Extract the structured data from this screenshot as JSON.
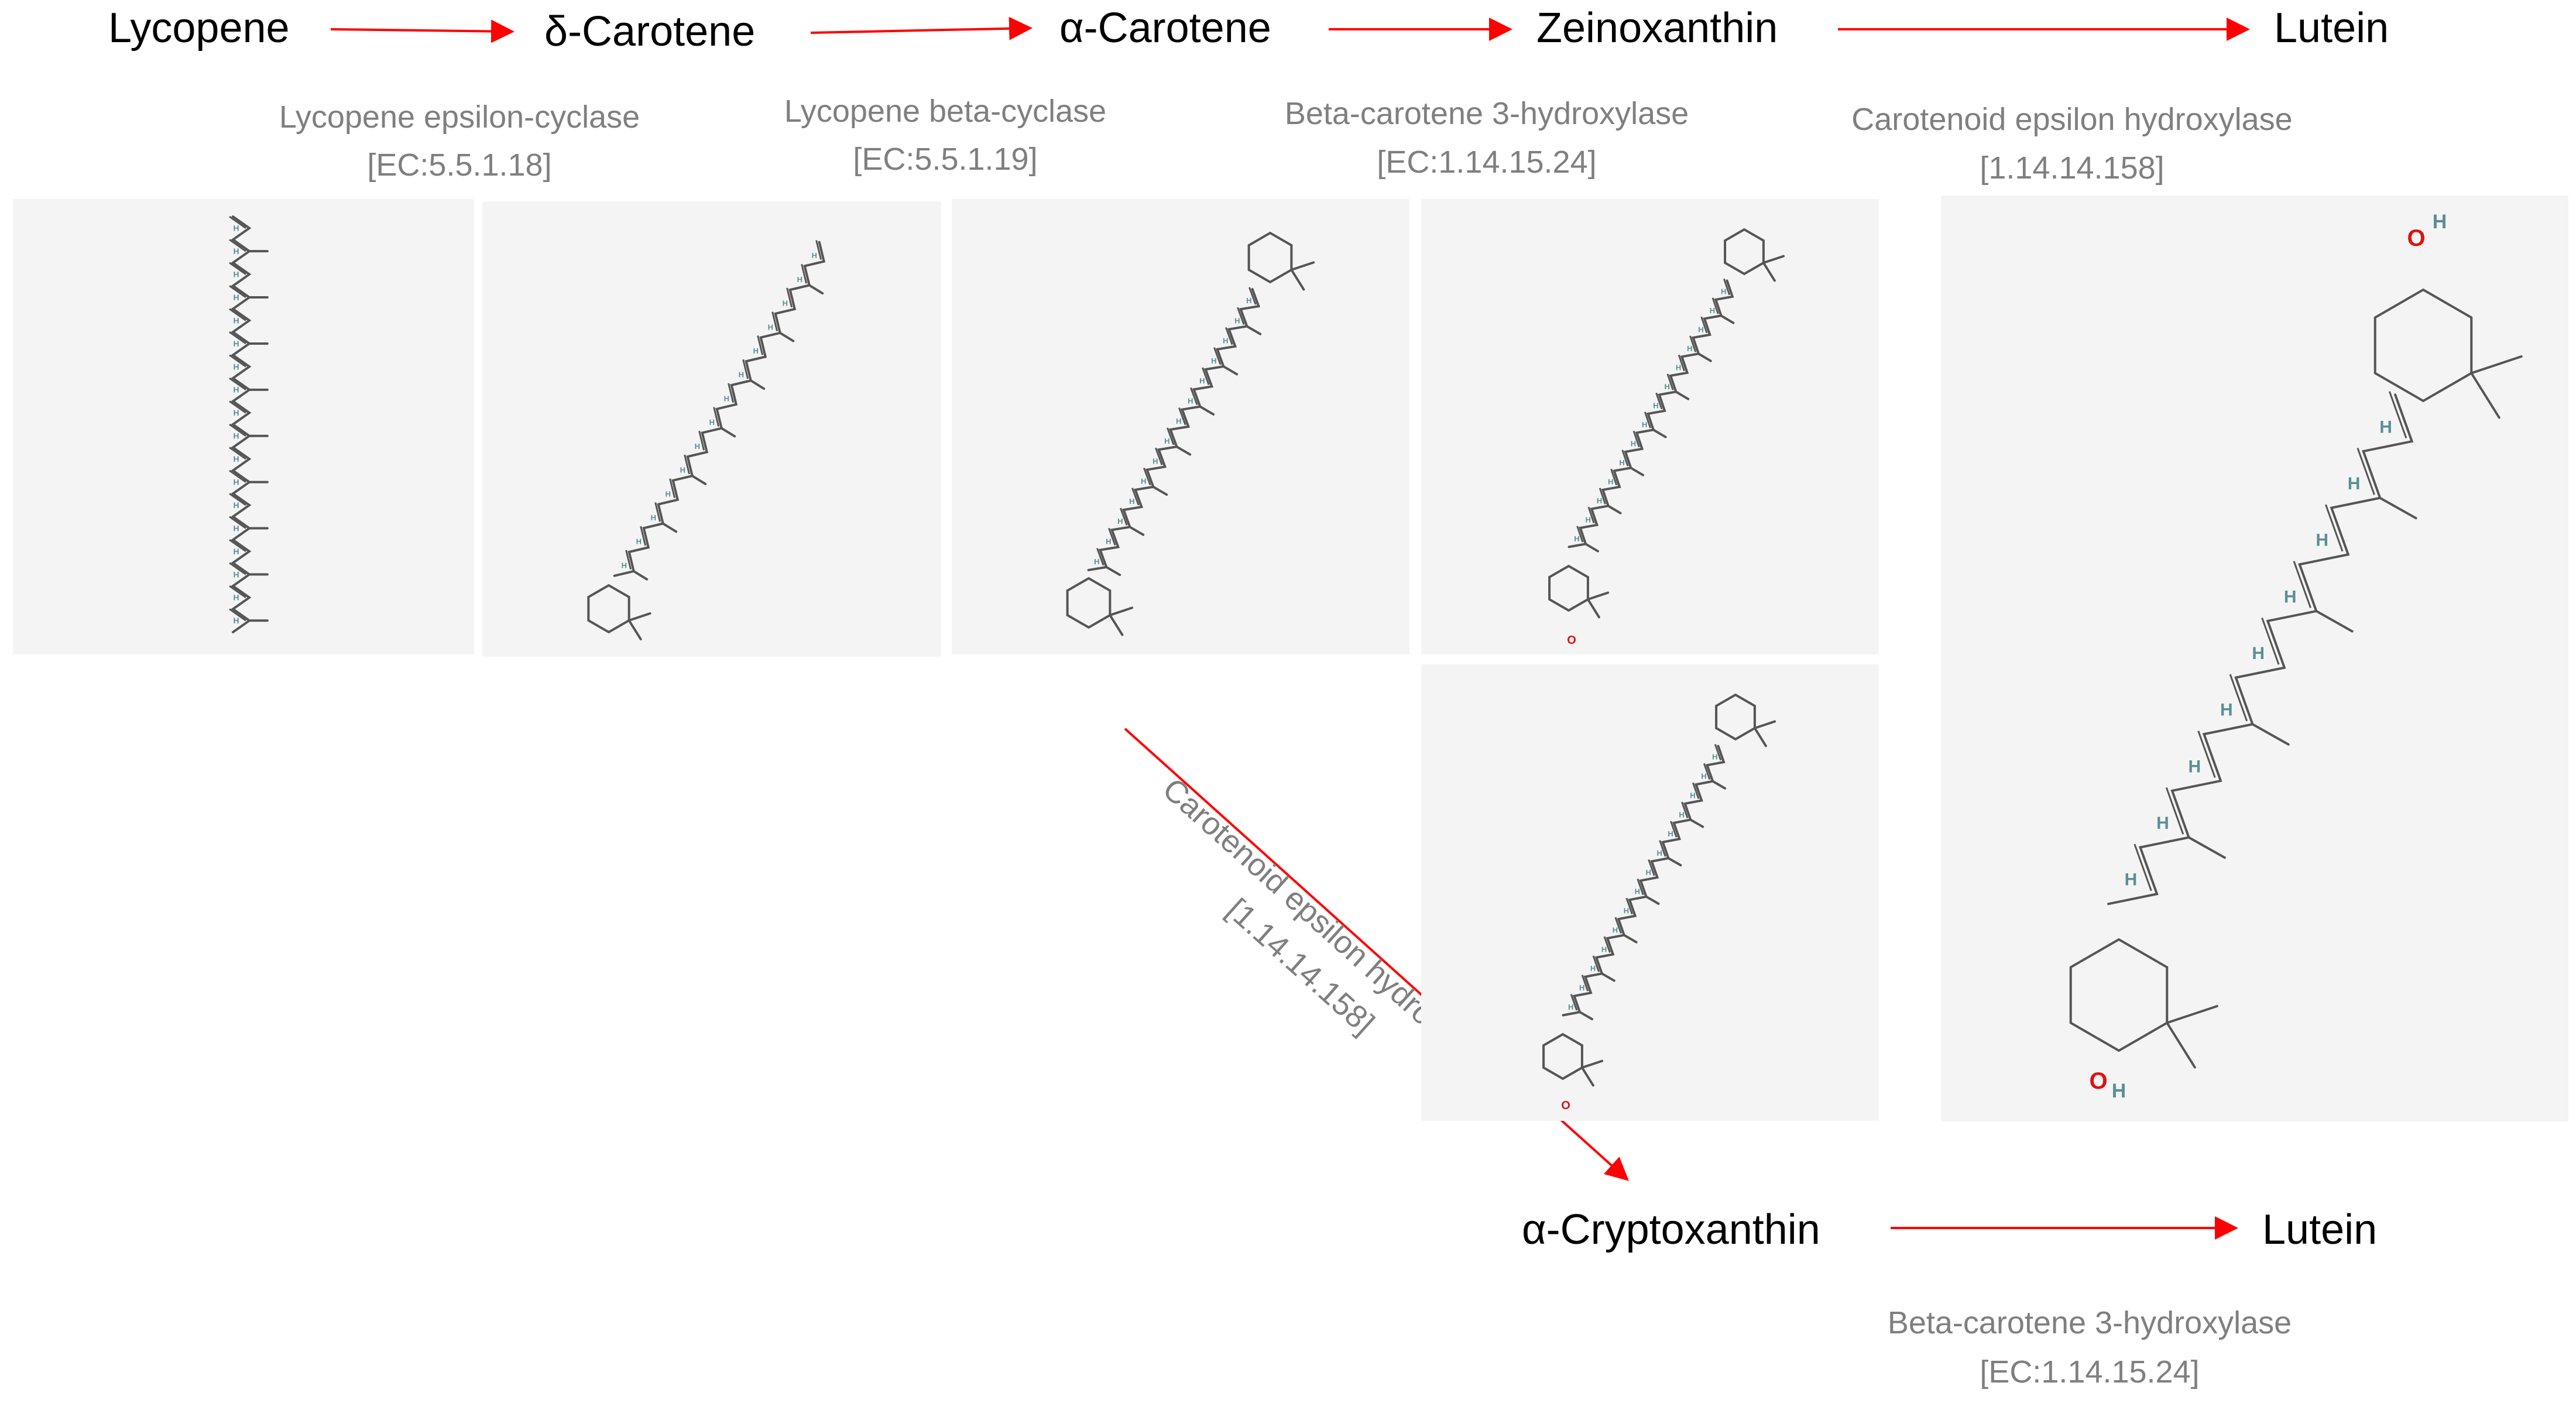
{
  "diagram": {
    "compounds": {
      "lycopene": "Lycopene",
      "delta_carotene": "δ-Carotene",
      "alpha_carotene": "α-Carotene",
      "zeinoxanthin": "Zeinoxanthin",
      "lutein_top": "Lutein",
      "alpha_cryptoxanthin": "α-Cryptoxanthin",
      "lutein_bottom": "Lutein"
    },
    "enzymes": {
      "lycopene_epsilon_cyclase": {
        "name": "Lycopene epsilon-cyclase",
        "ec": "[EC:5.5.1.18]"
      },
      "lycopene_beta_cyclase": {
        "name": "Lycopene beta-cyclase",
        "ec": "[EC:5.5.1.19]"
      },
      "beta_carotene_hydroxylase_top": {
        "name": "Beta-carotene 3-hydroxylase",
        "ec": "[EC:1.14.15.24]"
      },
      "carotenoid_epsilon_hydroxylase_top": {
        "name": "Carotenoid epsilon hydroxylase",
        "ec": "[1.14.14.158]"
      },
      "carotenoid_epsilon_hydroxylase_diag": {
        "name": "Carotenoid epsilon hydroxylase",
        "ec": "[1.14.14.158]"
      },
      "beta_carotene_hydroxylase_bottom": {
        "name": "Beta-carotene 3-hydroxylase",
        "ec": "[EC:1.14.15.24]"
      }
    },
    "atom_labels": {
      "hydrogen": "H",
      "oxygen": "O"
    },
    "colors": {
      "arrow": "#ff0000",
      "enzyme_text": "#7f7f7f",
      "panel": "#f4f4f4",
      "hydrogen": "#5a8f94",
      "oxygen": "#e01010"
    }
  }
}
